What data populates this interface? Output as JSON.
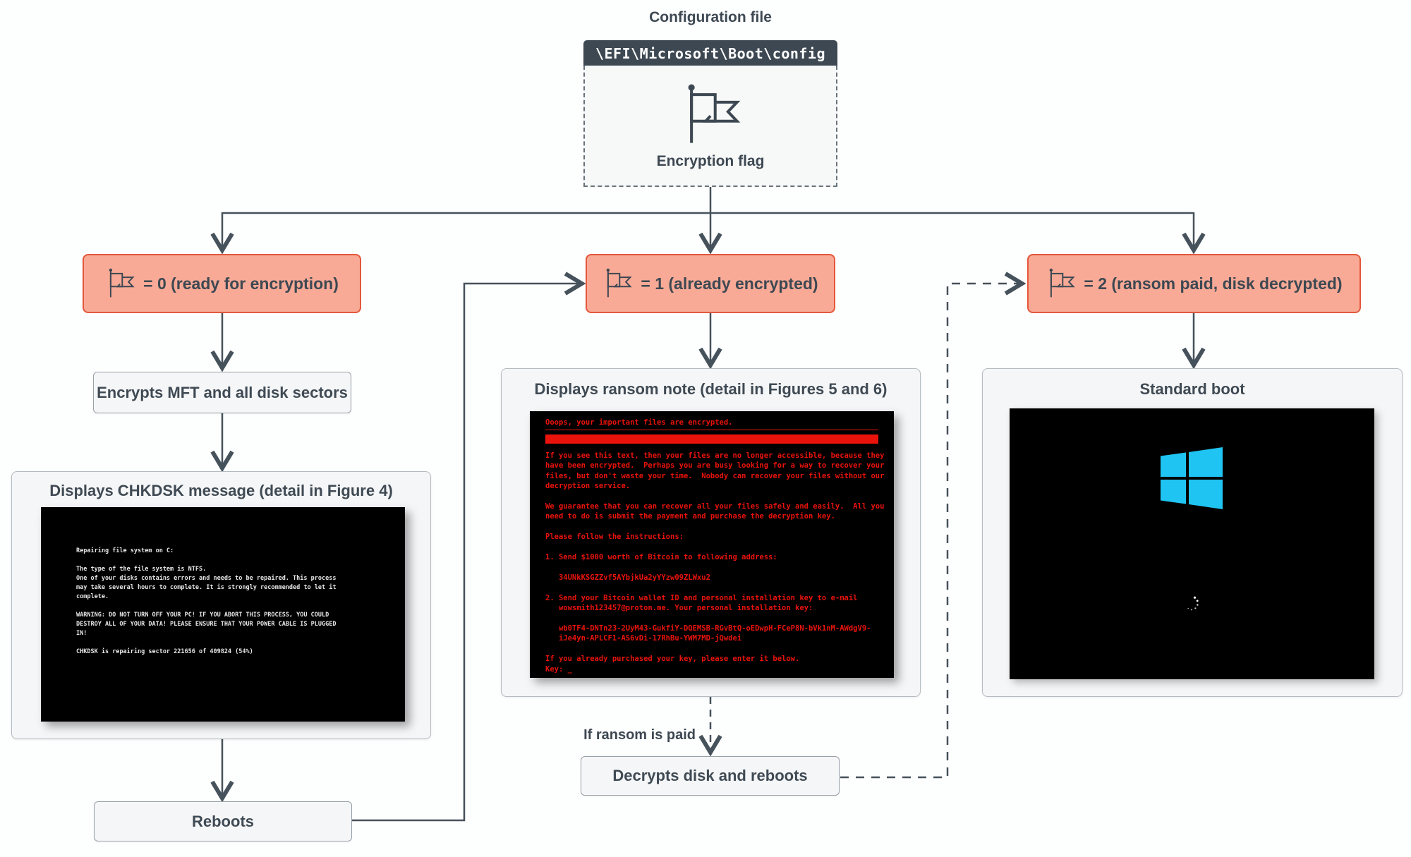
{
  "diagram": {
    "config": {
      "title": "Configuration file",
      "path": "\\EFI\\Microsoft\\Boot\\config",
      "flag_label": "Encryption flag"
    },
    "flag_states": [
      {
        "label": "= 0 (ready for encryption)"
      },
      {
        "label": "= 1 (already encrypted)"
      },
      {
        "label": "= 2 (ransom paid, disk decrypted)"
      }
    ],
    "left": {
      "encrypt_step": "Encrypts MFT and all disk sectors",
      "chkdsk_title": "Displays CHKDSK message (detail in Figure 4)",
      "chkdsk_screen": [
        "Repairing file system on C:",
        "",
        "The type of the file system is NTFS.",
        "One of your disks contains errors and needs to be repaired. This process",
        "may take several hours to complete. It is strongly recommended to let it",
        "complete.",
        "",
        "WARNING: DO NOT TURN OFF YOUR PC! IF YOU ABORT THIS PROCESS, YOU COULD",
        "DESTROY ALL OF YOUR DATA! PLEASE ENSURE THAT YOUR POWER CABLE IS PLUGGED",
        "IN!",
        "",
        "CHKDSK is repairing sector 221656 of 409824 (54%)"
      ],
      "reboot_step": "Reboots"
    },
    "middle": {
      "title": "Displays ransom note (detail in Figures 5 and 6)",
      "ransom_header": "Ooops, your important files are encrypted.",
      "ransom_body": [
        "If you see this text, then your files are no longer accessible, because they",
        "have been encrypted.  Perhaps you are busy looking for a way to recover your",
        "files, but don't waste your time.  Nobody can recover your files without our",
        "decryption service.",
        "",
        "We guarantee that you can recover all your files safely and easily.  All you",
        "need to do is submit the payment and purchase the decryption key.",
        "",
        "Please follow the instructions:",
        "",
        "1. Send $1000 worth of Bitcoin to following address:",
        "",
        "   34UNkKSGZZvf5AYbjkUa2yYYzw09ZLWxu2",
        "",
        "2. Send your Bitcoin wallet ID and personal installation key to e-mail",
        "   wowsmith123457@proton.me. Your personal installation key:",
        "",
        "   wb0TF4-DNTn23-2UyM43-GukfiY-DQEMSB-RGvBtQ-oEDwpH-FCeP8N-bVk1nM-AWdgV9-",
        "   iJe4yn-APLCF1-AS6vDi-17RhBu-YWM7MD-jQwdei",
        "",
        "If you already purchased your key, please enter it below.",
        "Key: _"
      ],
      "if_paid_label": "If ransom is paid",
      "decrypt_step": "Decrypts disk and reboots"
    },
    "right": {
      "title": "Standard boot"
    }
  },
  "colors": {
    "flag_box_bg": "#f8aa96",
    "flag_box_border": "#e4573b",
    "connector": "#46525b",
    "terminal_red": "#ea130c",
    "windows_blue": "#1fc4f2",
    "header_dark": "#3d4852"
  }
}
